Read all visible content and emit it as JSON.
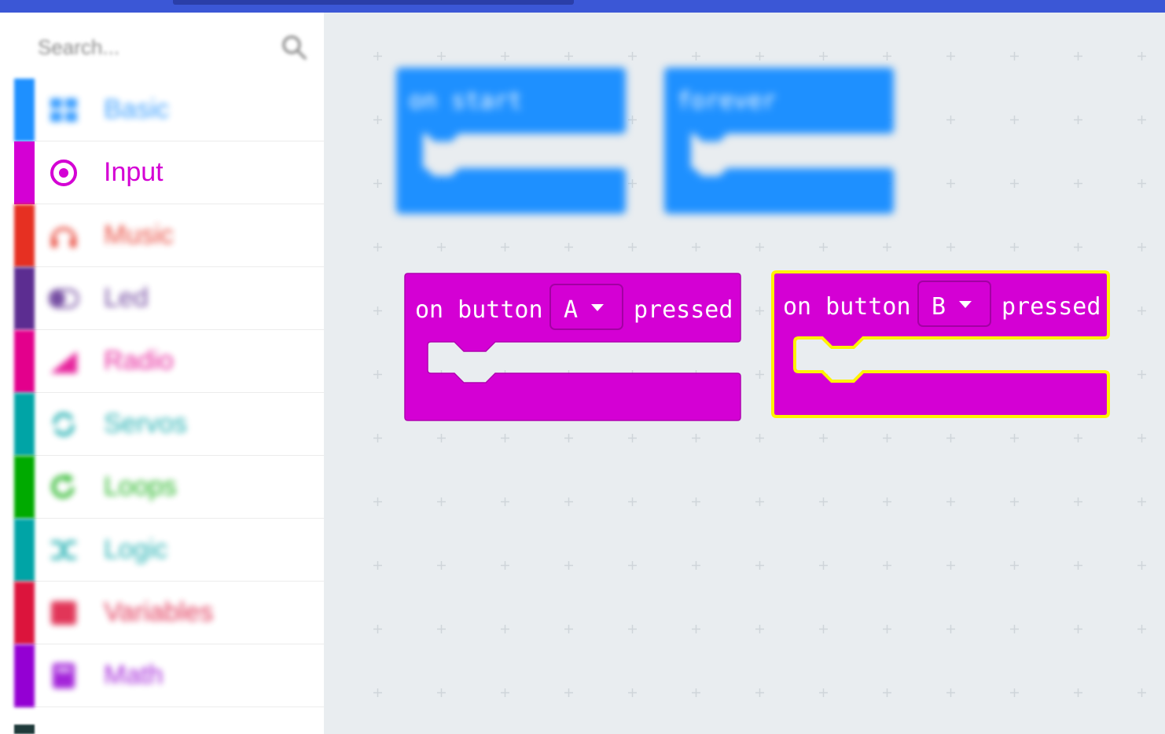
{
  "search": {
    "placeholder": "Search..."
  },
  "categories": [
    {
      "label": "Basic",
      "icon": "grid-icon",
      "color": "#1e90ff"
    },
    {
      "label": "Input",
      "icon": "target-icon",
      "color": "#d400d4"
    },
    {
      "label": "Music",
      "icon": "headphones-icon",
      "color": "#e63022"
    },
    {
      "label": "Led",
      "icon": "toggle-icon",
      "color": "#5c2d91"
    },
    {
      "label": "Radio",
      "icon": "signal-bars-icon",
      "color": "#e3008c"
    },
    {
      "label": "Servos",
      "icon": "refresh-icon",
      "color": "#00a4a6"
    },
    {
      "label": "Loops",
      "icon": "loop-icon",
      "color": "#00aa00"
    },
    {
      "label": "Logic",
      "icon": "shuffle-icon",
      "color": "#00a4a6"
    },
    {
      "label": "Variables",
      "icon": "list-icon",
      "color": "#dc143c"
    },
    {
      "label": "Math",
      "icon": "calculator-icon",
      "color": "#9400d3"
    }
  ],
  "blocks": {
    "on_start": {
      "label": "on start",
      "color": "#1e90ff"
    },
    "forever": {
      "label": "forever",
      "color": "#1e90ff"
    },
    "button_a": {
      "prefix": "on button",
      "value": "A",
      "suffix": "pressed",
      "color": "#d400d4"
    },
    "button_b": {
      "prefix": "on button",
      "value": "B",
      "suffix": "pressed",
      "color": "#d400d4",
      "highlight": "#fff200"
    }
  }
}
